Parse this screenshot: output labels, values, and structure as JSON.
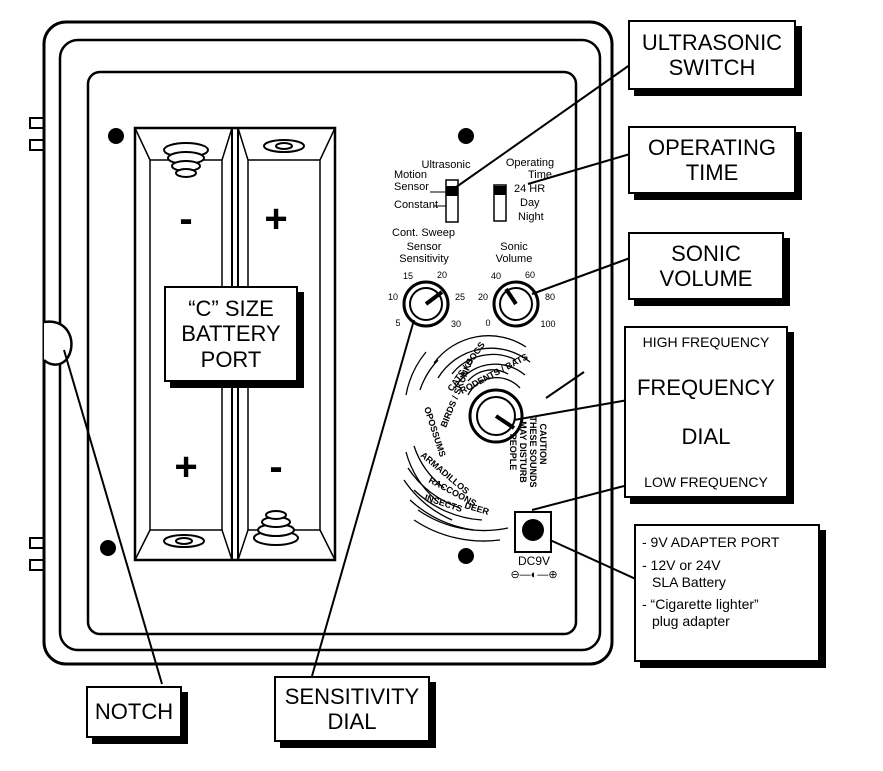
{
  "battery": {
    "title_line1": "“C” SIZE",
    "title_line2": "BATTERY",
    "title_line3": "PORT",
    "minus": "-",
    "plus": "+"
  },
  "panel": {
    "ultrasonic": "Ultrasonic",
    "motion_sensor_1": "Motion",
    "motion_sensor_2": "Sensor",
    "constant": "Constant",
    "cont_sweep": "Cont. Sweep",
    "operating_time_1": "Operating",
    "operating_time_2": "Time",
    "hr24": "24 HR",
    "day": "Day",
    "night": "Night",
    "sensor_sensitivity_1": "Sensor",
    "sensor_sensitivity_2": "Sensitivity",
    "sensitivity_ticks": [
      "5",
      "10",
      "15",
      "20",
      "25",
      "30"
    ],
    "sonic_volume_1": "Sonic",
    "sonic_volume_2": "Volume",
    "volume_ticks": [
      "0",
      "20",
      "40",
      "60",
      "80",
      "100"
    ],
    "freq_arcs": [
      "RODENTS / BATS",
      "CATS / DOGS",
      "BIRDS / SKUNKS",
      "OPOSSUMS",
      "ARMADILLOS",
      "RACCOONS",
      "DEER",
      "INSECTS"
    ],
    "caution_1": "CAUTION",
    "caution_2": "THESE SOUNDS",
    "caution_3": "MAY DISTURB",
    "caution_4": "PEOPLE",
    "dc9v": "DC9V",
    "polarity": "⊖—◐—⊕"
  },
  "callouts": {
    "ultrasonic_switch_1": "ULTRASONIC",
    "ultrasonic_switch_2": "SWITCH",
    "operating_time_1": "OPERATING",
    "operating_time_2": "TIME",
    "sonic_volume_1": "SONIC",
    "sonic_volume_2": "VOLUME",
    "high_frequency": "HIGH FREQUENCY",
    "frequency_dial_1": "FREQUENCY",
    "frequency_dial_2": "DIAL",
    "low_frequency": "LOW FREQUENCY",
    "power_1": "- 9V ADAPTER PORT",
    "power_2a": "- 12V or 24V",
    "power_2b": "SLA Battery",
    "power_3a": "- “Cigarette lighter”",
    "power_3b": "plug adapter",
    "notch": "NOTCH",
    "sensitivity_dial_1": "SENSITIVITY",
    "sensitivity_dial_2": "DIAL"
  }
}
